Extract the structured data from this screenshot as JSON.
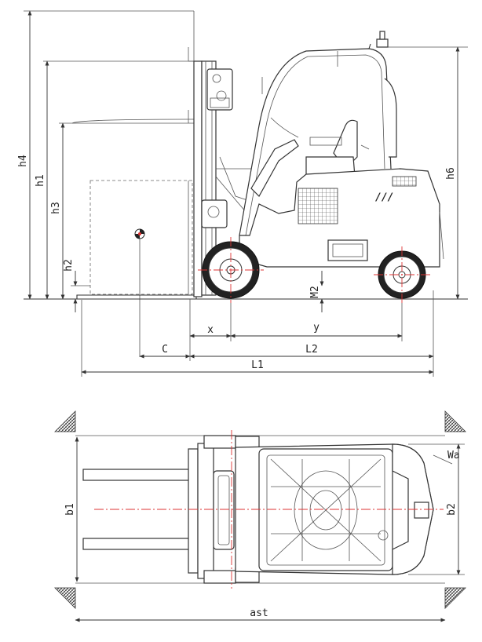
{
  "labels": {
    "h4": "h4",
    "h1": "h1",
    "h3": "h3",
    "h2": "h2",
    "h6": "h6",
    "m2": "M2",
    "x": "x",
    "y": "y",
    "c": "C",
    "l2": "L2",
    "l1": "L1",
    "b1": "b1",
    "b2": "b2",
    "wa": "Wa",
    "ast": "ast"
  },
  "brand_mark": "///"
}
